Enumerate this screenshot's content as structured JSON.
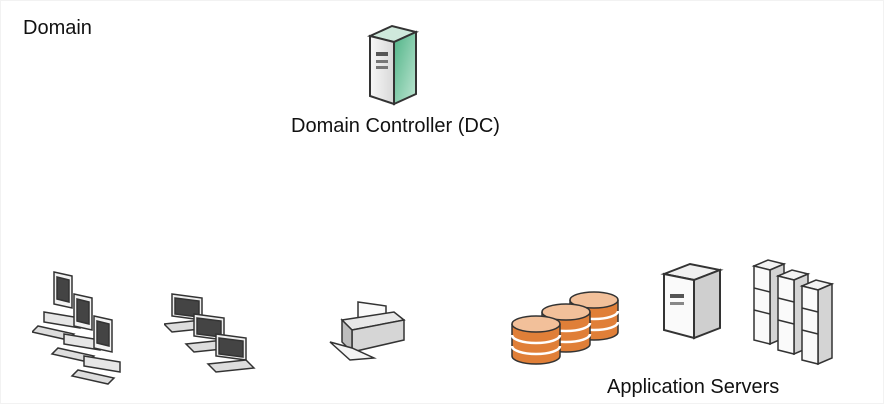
{
  "diagram": {
    "domain_label": "Domain",
    "controller_label": "Domain Controller (DC)",
    "app_servers_label": "Application Servers"
  },
  "icons": {
    "controller": "server-tower-icon",
    "desktops": "desktop-computers-icon",
    "laptops": "laptops-icon",
    "printer": "printer-icon",
    "databases": "database-cylinders-icon",
    "app_server": "server-tower-icon",
    "server_rack": "server-rack-icon"
  },
  "colors": {
    "server_accent": "#7fc9a6",
    "database": "#e0803a",
    "device_gray": "#e8e8e8",
    "outline": "#333333"
  }
}
